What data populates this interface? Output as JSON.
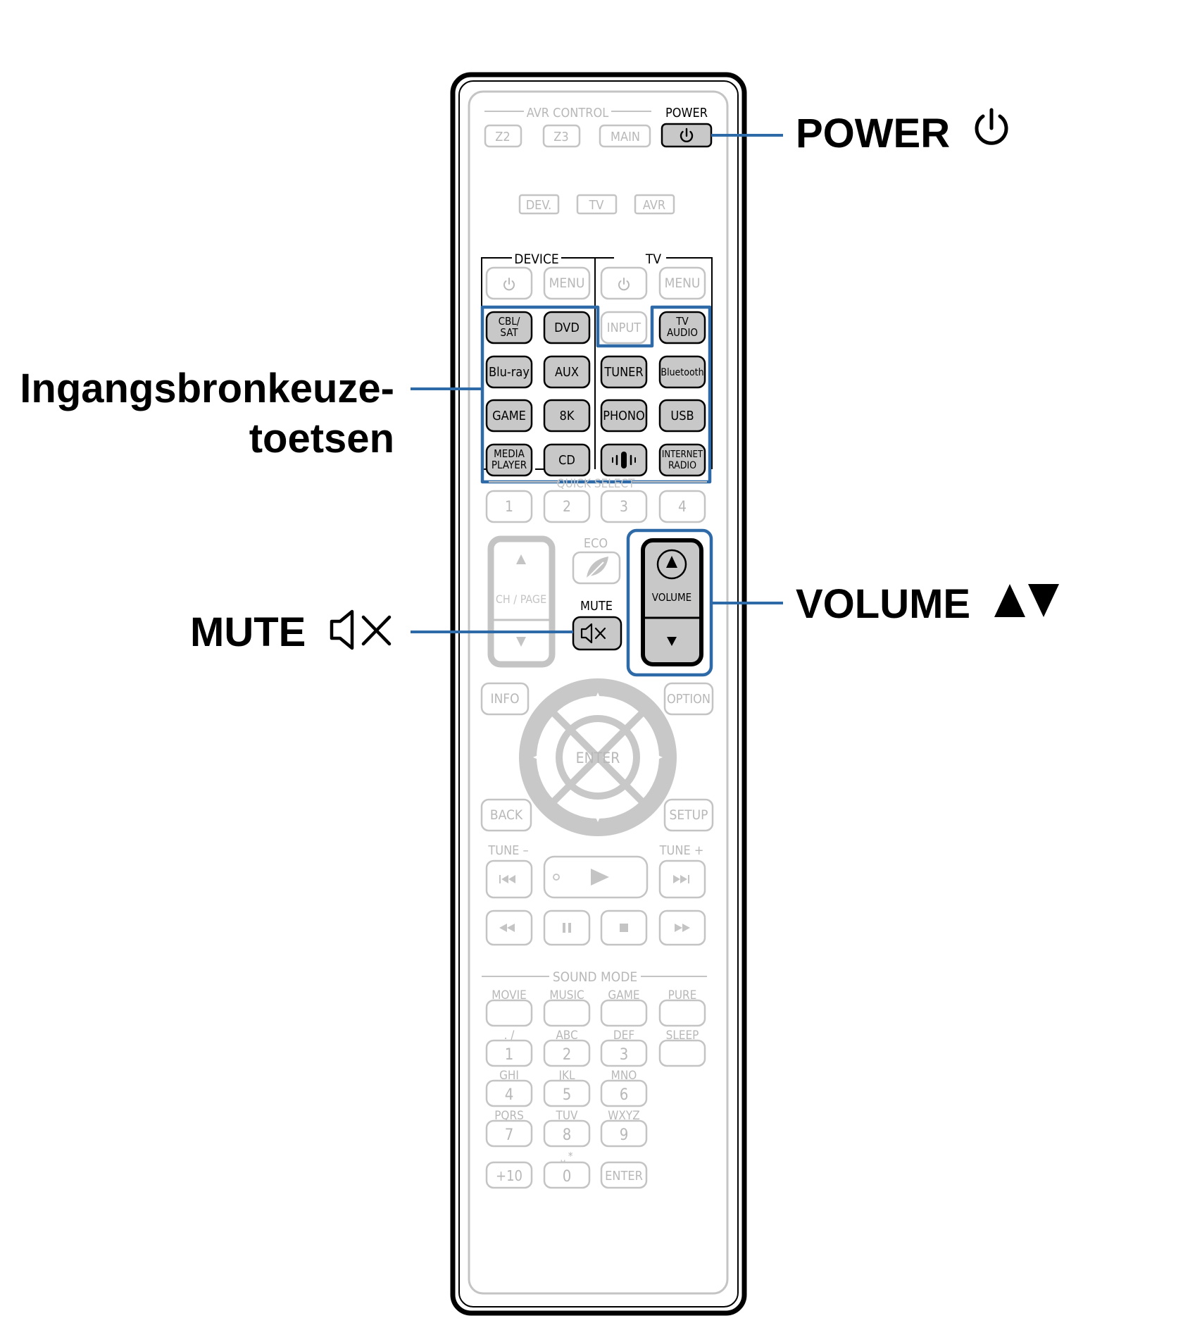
{
  "callouts": {
    "power": "POWER",
    "input": [
      "Ingangsbronkeuze-",
      "toetsen"
    ],
    "volume": "VOLUME",
    "mute": "MUTE"
  },
  "remote": {
    "avr_control": "AVR CONTROL",
    "power_label": "POWER",
    "z2": "Z2",
    "z3": "Z3",
    "main": "MAIN",
    "mode": [
      "DEV.",
      "TV",
      "AVR"
    ],
    "device_label": "DEVICE",
    "tv_label": "TV",
    "menu": "MENU",
    "input_btn": "INPUT",
    "sources": {
      "cbl_sat": [
        "CBL/",
        "SAT"
      ],
      "dvd": "DVD",
      "tv_audio": [
        "TV",
        "AUDIO"
      ],
      "bluray": "Blu-ray",
      "aux": "AUX",
      "tuner": "TUNER",
      "bluetooth": "Bluetooth",
      "game": "GAME",
      "k8": "8K",
      "phono": "PHONO",
      "usb": "USB",
      "media_player": [
        "MEDIA",
        "PLAYER"
      ],
      "cd": "CD",
      "internet_radio": [
        "INTERNET",
        "RADIO"
      ]
    },
    "quick_select": "QUICK SELECT",
    "quick": [
      "1",
      "2",
      "3",
      "4"
    ],
    "eco": "ECO",
    "chpage": "CH / PAGE",
    "mute_label": "MUTE",
    "volume_label": "VOLUME",
    "info": "INFO",
    "option": "OPTION",
    "enter": "ENTER",
    "back": "BACK",
    "setup": "SETUP",
    "tune_minus": "TUNE –",
    "tune_plus": "TUNE +",
    "sound_mode": "SOUND MODE",
    "modes": [
      "MOVIE",
      "MUSIC",
      "GAME",
      "PURE"
    ],
    "sleep": "SLEEP",
    "keypad": [
      {
        "sub": ". /",
        "num": "1"
      },
      {
        "sub": "ABC",
        "num": "2"
      },
      {
        "sub": "DEF",
        "num": "3"
      },
      {
        "sub": "GHI",
        "num": "4"
      },
      {
        "sub": "JKL",
        "num": "5"
      },
      {
        "sub": "MNO",
        "num": "6"
      },
      {
        "sub": "PQRS",
        "num": "7"
      },
      {
        "sub": "TUV",
        "num": "8"
      },
      {
        "sub": "WXYZ",
        "num": "9"
      }
    ],
    "plus10": "+10",
    "zero": "0",
    "zero_sub": "⎵ *",
    "enter2": "ENTER"
  },
  "colors": {
    "accent": "#2f6aa8",
    "faded": "#c4c4c4",
    "highlight_fill": "#c8c8c8"
  }
}
